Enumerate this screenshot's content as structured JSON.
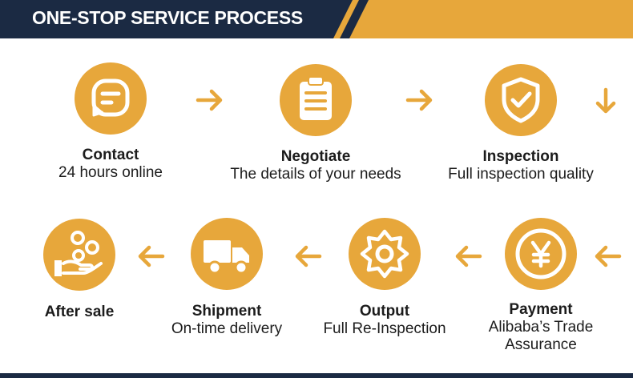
{
  "header": {
    "title": "ONE-STOP SERVICE PROCESS"
  },
  "colors": {
    "accent": "#e7a73b",
    "navy": "#1b2a43"
  },
  "steps": [
    {
      "title": "Contact",
      "sub": "24 hours online",
      "icon": "chat-icon"
    },
    {
      "title": "Negotiate",
      "sub": "The details of your needs",
      "icon": "clipboard-icon"
    },
    {
      "title": "Inspection",
      "sub": "Full inspection quality",
      "icon": "shield-check-icon"
    },
    {
      "title": "Payment",
      "sub": "Alibaba’s Trade Assurance",
      "icon": "yen-coin-icon"
    },
    {
      "title": "Output",
      "sub": "Full Re-Inspection",
      "icon": "gear-icon"
    },
    {
      "title": "Shipment",
      "sub": "On-time delivery",
      "icon": "truck-icon"
    },
    {
      "title": "After sale",
      "sub": "",
      "icon": "hand-coins-icon"
    }
  ]
}
